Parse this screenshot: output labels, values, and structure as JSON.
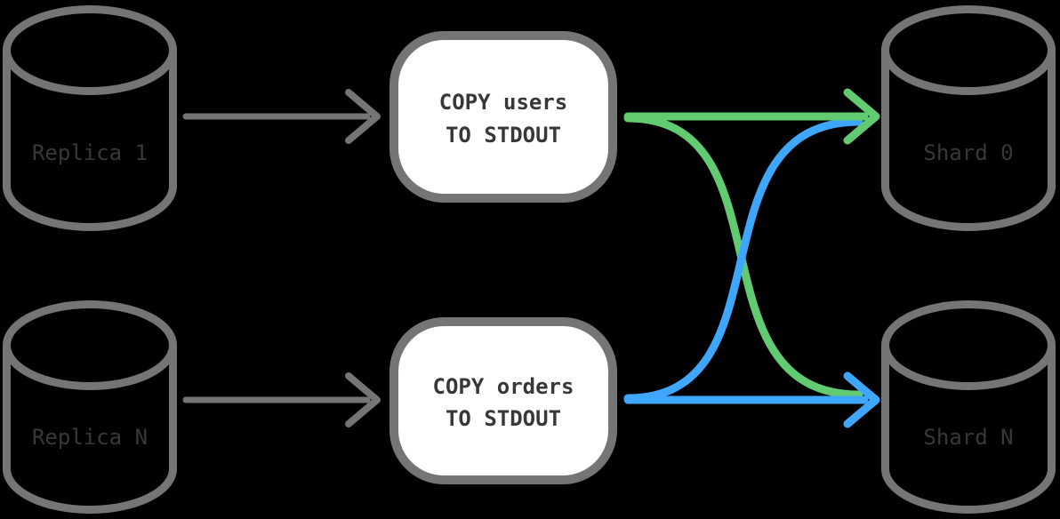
{
  "background": "#000000",
  "colors": {
    "node_stroke": "#757575",
    "node_fill": "#ffffff",
    "label": "#383838",
    "arrow_gray": "#757575",
    "green": "#62CB71",
    "blue": "#3EA6FB"
  },
  "diagram": {
    "replicas": [
      {
        "label": "Replica 1"
      },
      {
        "label": "Replica N"
      }
    ],
    "commands": [
      {
        "line1": "COPY users",
        "line2": "TO STDOUT"
      },
      {
        "line1": "COPY orders",
        "line2": "TO STDOUT"
      }
    ],
    "shards": [
      {
        "label": "Shard 0"
      },
      {
        "label": "Shard N"
      }
    ],
    "edges": [
      {
        "from": "Replica 1",
        "to": "COPY users TO STDOUT",
        "color": "gray",
        "style": "straight-arrow"
      },
      {
        "from": "Replica N",
        "to": "COPY orders TO STDOUT",
        "color": "gray",
        "style": "straight-arrow"
      },
      {
        "from": "COPY users TO STDOUT",
        "to": "Shard 0",
        "color": "green",
        "style": "straight-arrow"
      },
      {
        "from": "COPY users TO STDOUT",
        "to": "Shard N",
        "color": "green",
        "style": "s-curve"
      },
      {
        "from": "COPY orders TO STDOUT",
        "to": "Shard N",
        "color": "blue",
        "style": "straight-arrow"
      },
      {
        "from": "COPY orders TO STDOUT",
        "to": "Shard 0",
        "color": "blue",
        "style": "s-curve"
      }
    ]
  }
}
